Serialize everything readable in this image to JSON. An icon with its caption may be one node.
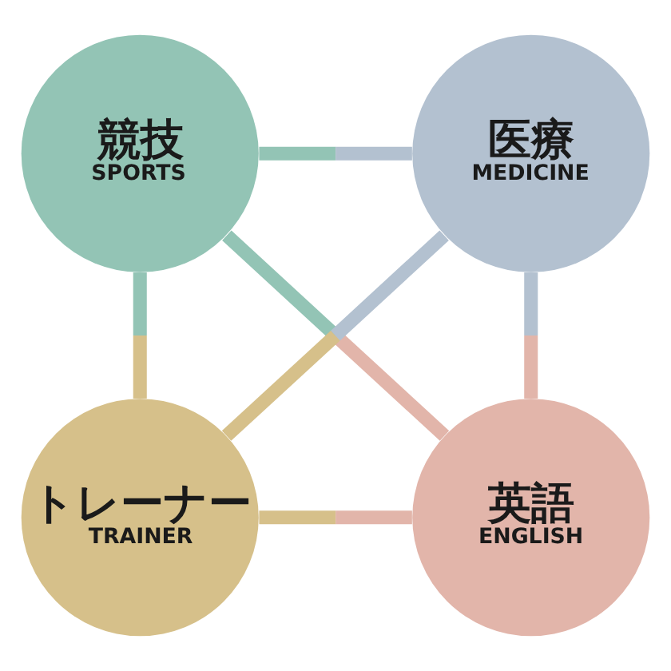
{
  "diagram": {
    "nodes": [
      {
        "text": [
          "競技",
          "SPORTS"
        ]
      },
      {
        "text": [
          "医療",
          "MEDICINE"
        ]
      },
      {
        "text": [
          "トレーナー",
          "TRAINER"
        ]
      },
      {
        "text": [
          "英語",
          "ENGLISH"
        ]
      }
    ],
    "edges": [
      {
        "from": 0,
        "to": 1,
        "arrow": "none"
      },
      {
        "from": 0,
        "to": 2,
        "arrow": "none"
      },
      {
        "from": 1,
        "to": 3,
        "arrow": "none"
      },
      {
        "from": 0,
        "to": 3,
        "arrow": "none"
      },
      {
        "from": 1,
        "to": 2,
        "arrow": "none"
      },
      {
        "from": 2,
        "to": 3,
        "arrow": "none"
      }
    ]
  }
}
